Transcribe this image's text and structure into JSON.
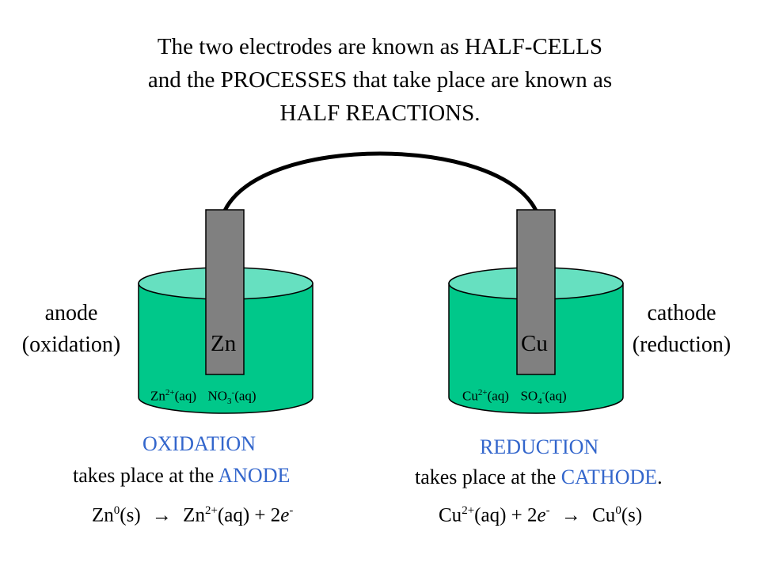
{
  "colors": {
    "solution": "#00c88a",
    "solution_top": "#66e0c0",
    "electrode": "#808080",
    "accent_text": "#3366cc"
  },
  "title": {
    "line1": "The two electrodes are known as HALF-CELLS",
    "line2": "and the PROCESSES that take place are known as",
    "line3": "HALF REACTIONS."
  },
  "left": {
    "side_label_1": "anode",
    "side_label_2": "(oxidation)",
    "electrode": "Zn",
    "solution": {
      "ion1_base": "Zn",
      "ion1_charge": "2+",
      "ion1_state": "(aq)",
      "ion2_base": "NO",
      "ion2_sub": "3",
      "ion2_charge": "-",
      "ion2_state": "(aq)"
    },
    "process": "OXIDATION",
    "sentence_prefix": "takes place at the ",
    "sentence_keyword": "ANODE",
    "sentence_suffix": "",
    "equation": {
      "a": "Zn",
      "a_sup": "0",
      "a_state": "(s)",
      "arrow": "→",
      "b": "Zn",
      "b_sup": "2+",
      "b_state": "(aq) + 2",
      "e": "e",
      "e_sup": "-"
    }
  },
  "right": {
    "side_label_1": "cathode",
    "side_label_2": "(reduction)",
    "electrode": "Cu",
    "solution": {
      "ion1_base": "Cu",
      "ion1_charge": "2+",
      "ion1_state": "(aq)",
      "ion2_base": "SO",
      "ion2_sub": "4",
      "ion2_charge": "-",
      "ion2_state": "(aq)"
    },
    "process": "REDUCTION",
    "sentence_prefix": "takes place at the ",
    "sentence_keyword": "CATHODE",
    "sentence_suffix": ".",
    "equation": {
      "a": "Cu",
      "a_sup": "2+",
      "a_state": "(aq) + 2",
      "e": "e",
      "e_sup": "-",
      "arrow": "→",
      "b": "Cu",
      "b_sup": "0",
      "b_state": "(s)"
    }
  }
}
